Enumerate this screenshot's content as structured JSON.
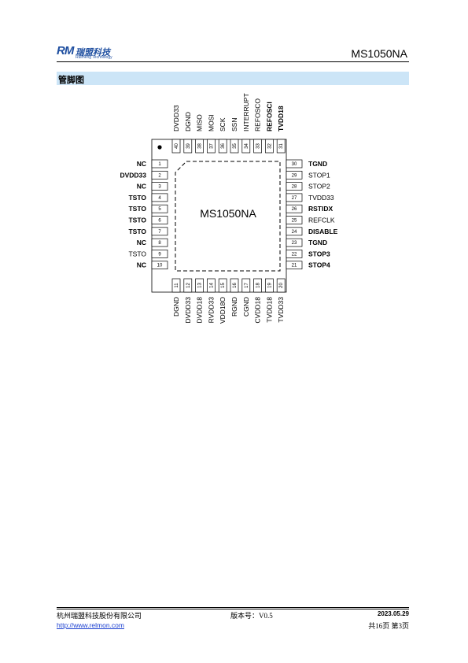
{
  "header": {
    "logo_mark": "RM",
    "logo_cn": "瑞盟科技",
    "logo_en": "Ruimeng Technology",
    "doc_title": "MS1050NA"
  },
  "section": {
    "title": "管脚图"
  },
  "chip": {
    "label": "MS1050NA"
  },
  "pins_left": [
    {
      "num": "1",
      "name": "NC",
      "bold": true
    },
    {
      "num": "2",
      "name": "DVDD33",
      "bold": true
    },
    {
      "num": "3",
      "name": "NC",
      "bold": true
    },
    {
      "num": "4",
      "name": "TSTO",
      "bold": true
    },
    {
      "num": "5",
      "name": "TSTO",
      "bold": true
    },
    {
      "num": "6",
      "name": "TSTO",
      "bold": true
    },
    {
      "num": "7",
      "name": "TSTO",
      "bold": true
    },
    {
      "num": "8",
      "name": "NC",
      "bold": true
    },
    {
      "num": "9",
      "name": "TSTO",
      "bold": false
    },
    {
      "num": "10",
      "name": "NC",
      "bold": true
    }
  ],
  "pins_right": [
    {
      "num": "30",
      "name": "TGND",
      "bold": true
    },
    {
      "num": "29",
      "name": "STOP1",
      "bold": false
    },
    {
      "num": "28",
      "name": "STOP2",
      "bold": false
    },
    {
      "num": "27",
      "name": "TVDD33",
      "bold": false
    },
    {
      "num": "26",
      "name": "RSTIDX",
      "bold": true
    },
    {
      "num": "25",
      "name": "REFCLK",
      "bold": false
    },
    {
      "num": "24",
      "name": "DISABLE",
      "bold": true
    },
    {
      "num": "23",
      "name": "TGND",
      "bold": true
    },
    {
      "num": "22",
      "name": "STOP3",
      "bold": true
    },
    {
      "num": "21",
      "name": "STOP4",
      "bold": true
    }
  ],
  "pins_top": [
    {
      "num": "40",
      "name": "DVDD33",
      "bold": false
    },
    {
      "num": "39",
      "name": "DGND",
      "bold": false
    },
    {
      "num": "38",
      "name": "MISO",
      "bold": false
    },
    {
      "num": "37",
      "name": "MOSI",
      "bold": false
    },
    {
      "num": "36",
      "name": "SCK",
      "bold": false
    },
    {
      "num": "35",
      "name": "SSN",
      "bold": false
    },
    {
      "num": "34",
      "name": "INTERRUPT",
      "bold": false
    },
    {
      "num": "33",
      "name": "REFOSCO",
      "bold": false
    },
    {
      "num": "32",
      "name": "REFOSCI",
      "bold": true
    },
    {
      "num": "31",
      "name": "TVDD18",
      "bold": true
    }
  ],
  "pins_bottom": [
    {
      "num": "11",
      "name": "DGND",
      "bold": false
    },
    {
      "num": "12",
      "name": "DVDD33",
      "bold": false
    },
    {
      "num": "13",
      "name": "DVDD18",
      "bold": false
    },
    {
      "num": "14",
      "name": "RVDD33",
      "bold": false
    },
    {
      "num": "15",
      "name": "VDD18O",
      "bold": false
    },
    {
      "num": "16",
      "name": "RGND",
      "bold": false
    },
    {
      "num": "17",
      "name": "CGND",
      "bold": false
    },
    {
      "num": "18",
      "name": "CVDD18",
      "bold": false
    },
    {
      "num": "19",
      "name": "TVDD18",
      "bold": false
    },
    {
      "num": "20",
      "name": "TVDD33",
      "bold": false
    }
  ],
  "footer": {
    "company": "杭州瑞盟科技股份有限公司",
    "version": "版本号：V0.5",
    "date": "2023.05.29",
    "website": "http://www.relmon.com",
    "page_info": "共16页  第3页"
  },
  "colors": {
    "section_bar": "#cce5f7",
    "logo": "#1f4fa0",
    "link": "#1a3fd0"
  }
}
